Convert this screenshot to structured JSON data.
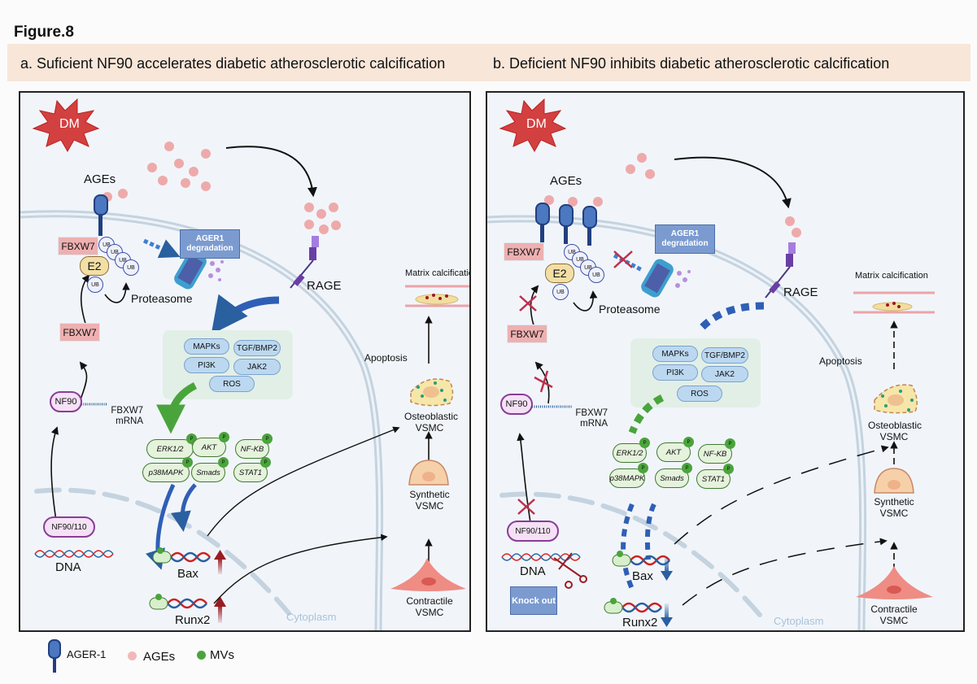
{
  "figure_title": "Figure.8",
  "panels": {
    "a": {
      "title": "a. Suficient NF90 accelerates diabetic atherosclerotic calcification",
      "dm": "DM",
      "ages_label": "AGEs",
      "fbxw7_top": "FBXW7",
      "fbxw7_mid": "FBXW7",
      "e2": "E2",
      "ub": "UB",
      "ager1_degradation": "AGER1 degradation",
      "proteasome": "Proteasome",
      "rage": "RAGE",
      "nf90": "NF90",
      "fbxw7_mrna": "FBXW7 mRNA",
      "nf90_110": "NF90/110",
      "dna": "DNA",
      "signals": [
        "MAPKs",
        "TGF/BMP2",
        "PI3K",
        "JAK2",
        "ROS"
      ],
      "phospho": [
        "ERK1/2",
        "AKT",
        "NF-KB",
        "p38MAPK",
        "Smads",
        "STAT1"
      ],
      "p_badge": "P",
      "bax": "Bax",
      "runx2": "Runx2",
      "regulation": "up",
      "cytoplasm": "Cytoplasm",
      "apoptosis": "Apoptosis",
      "matrix_calcification": "Matrix calcification",
      "osteoblastic": "Osteoblastic VSMC",
      "synthetic": "Synthetic VSMC",
      "contractile": "Contractile VSMC"
    },
    "b": {
      "title": "b. Deficient NF90 inhibits diabetic atherosclerotic calcification",
      "dm": "DM",
      "ages_label": "AGEs",
      "fbxw7_top": "FBXW7",
      "fbxw7_mid": "FBXW7",
      "e2": "E2",
      "ub": "UB",
      "ager1_degradation": "AGER1 degradation",
      "proteasome": "Proteasome",
      "rage": "RAGE",
      "nf90": "NF90",
      "fbxw7_mrna": "FBXW7 mRNA",
      "nf90_110": "NF90/110",
      "dna": "DNA",
      "knockout": "Knock out",
      "signals": [
        "MAPKs",
        "TGF/BMP2",
        "PI3K",
        "JAK2",
        "ROS"
      ],
      "phospho": [
        "ERK1/2",
        "AKT",
        "NF-KB",
        "p38MAPK",
        "Smads",
        "STAT1"
      ],
      "p_badge": "P",
      "bax": "Bax",
      "runx2": "Runx2",
      "regulation": "down",
      "cytoplasm": "Cytoplasm",
      "apoptosis": "Apoptosis",
      "matrix_calcification": "Matrix calcification",
      "osteoblastic": "Osteoblastic VSMC",
      "synthetic": "Synthetic VSMC",
      "contractile": "Contractile VSMC"
    }
  },
  "legend": [
    {
      "icon": "ager1-receptor",
      "label": "AGER-1"
    },
    {
      "icon": "pink-dot",
      "label": "AGEs"
    },
    {
      "icon": "green-dot",
      "label": "MVs"
    }
  ],
  "colors": {
    "banner": "#f8e6d8",
    "ages": "#eeaaaa",
    "ager1": "#3b68b5",
    "inhibit_x": "#c0304a",
    "up_arrow": "#9b1c22",
    "down_arrow": "#2a5fa0",
    "mv": "#4aa43c",
    "dm_star": "#d34040"
  }
}
